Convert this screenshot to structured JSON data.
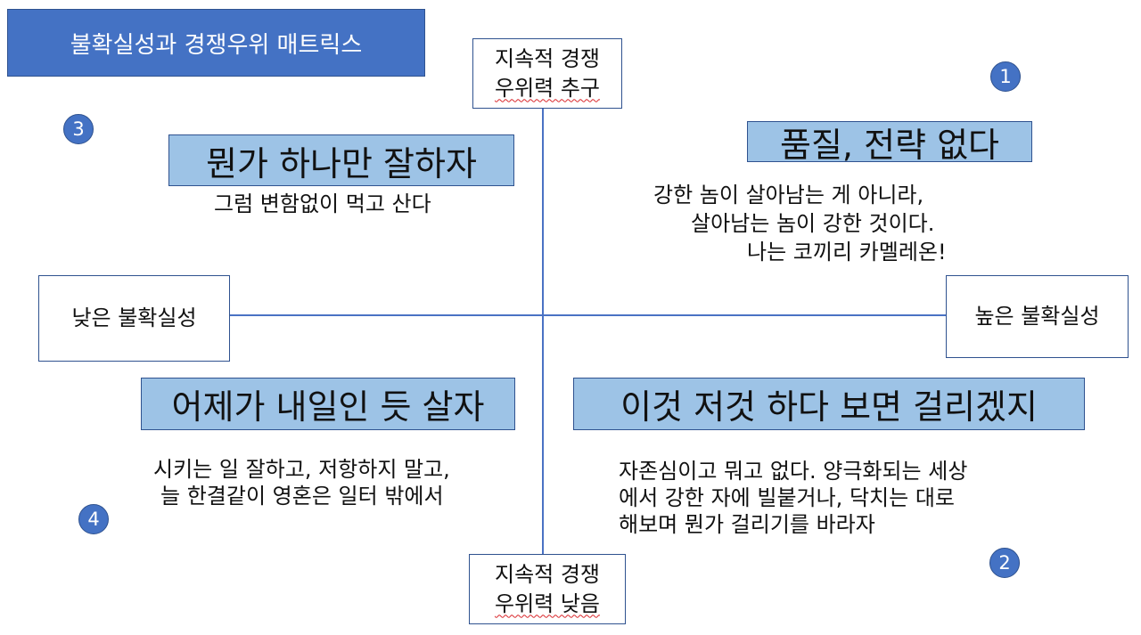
{
  "title": "불확실성과 경쟁우위 매트릭스",
  "axes": {
    "top": [
      "지속적 경쟁",
      "우위력 추구"
    ],
    "bottom": [
      "지속적 경쟁",
      "우위력 낮음"
    ],
    "left": "낮은 불확실성",
    "right": "높은 불확실성"
  },
  "colors": {
    "title_bg": "#4472c4",
    "headline_bg": "#9dc3e6",
    "axis_line": "#4a72c4",
    "badge_bg": "#4472c4"
  },
  "quadrants": [
    {
      "number": "1",
      "headline": "품질, 전략 없다",
      "lines": [
        "강한 놈이 살아남는 게 아니라,",
        "살아남는 놈이 강한 것이다.",
        "나는 코끼리 카멜레온!"
      ]
    },
    {
      "number": "2",
      "headline": "이것 저것 하다 보면 걸리겠지",
      "lines": [
        "자존심이고 뭐고 없다. 양극화되는 세상",
        "에서 강한 자에 빌붙거나, 닥치는 대로",
        "해보며 뭔가 걸리기를 바라자"
      ]
    },
    {
      "number": "3",
      "headline": "뭔가 하나만 잘하자",
      "lines": [
        "그럼 변함없이 먹고 산다"
      ]
    },
    {
      "number": "4",
      "headline": "어제가 내일인 듯 살자",
      "lines": [
        "시키는 일 잘하고, 저항하지 말고,",
        "늘 한결같이 영혼은 일터 밖에서"
      ]
    }
  ]
}
